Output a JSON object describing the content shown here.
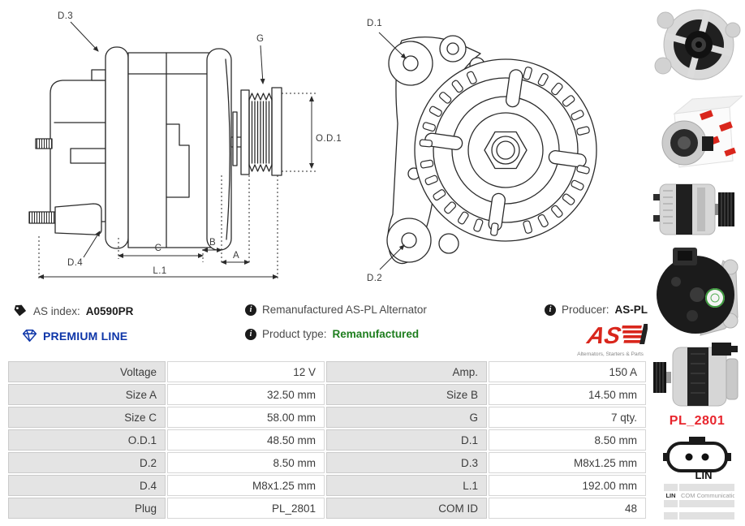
{
  "info": {
    "as_index_label": "AS index:",
    "as_index_value": "A0590PR",
    "premium_line": "PREMIUM LINE",
    "description": "Remanufactured AS-PL Alternator",
    "product_type_label": "Product type:",
    "product_type_value": "Remanufactured",
    "producer_label": "Producer:",
    "producer_value": "AS-PL",
    "logo_text": "AS",
    "logo_caption": "Alternators, Starters & Parts"
  },
  "icons": {
    "info_glyph": "i"
  },
  "diagram": {
    "side_labels": {
      "d3": "D.3",
      "d4": "D.4",
      "g": "G",
      "od1": "O.D.1",
      "c": "C",
      "b": "B",
      "a": "A",
      "l1": "L.1"
    },
    "front_labels": {
      "d1": "D.1",
      "d2": "D.2"
    }
  },
  "specs": {
    "rows": [
      {
        "l": "Voltage",
        "v": "12 V",
        "l2": "Amp.",
        "v2": "150 A"
      },
      {
        "l": "Size A",
        "v": "32.50 mm",
        "l2": "Size B",
        "v2": "14.50 mm"
      },
      {
        "l": "Size C",
        "v": "58.00 mm",
        "l2": "G",
        "v2": "7 qty."
      },
      {
        "l": "O.D.1",
        "v": "48.50 mm",
        "l2": "D.1",
        "v2": "8.50 mm"
      },
      {
        "l": "D.2",
        "v": "8.50 mm",
        "l2": "D.3",
        "v2": "M8x1.25 mm"
      },
      {
        "l": "D.4",
        "v": "M8x1.25 mm",
        "l2": "L.1",
        "v2": "192.00 mm"
      },
      {
        "l": "Plug",
        "v": "PL_2801",
        "l2": "COM ID",
        "v2": "48"
      }
    ]
  },
  "sidebar": {
    "plug_code": "PL_2801",
    "plug_type": "LIN",
    "com_rows": [
      {
        "key": "",
        "value": ""
      },
      {
        "key": "LIN",
        "value": "COM Communication"
      },
      {
        "key": "",
        "value": ""
      },
      {
        "key": "",
        "value": ""
      }
    ]
  },
  "colors": {
    "premium_blue": "#0d35a8",
    "type_green": "#1e7e1e",
    "brand_red": "#d9261c",
    "plug_red": "#e8252d",
    "table_label_bg": "#e4e4e4"
  }
}
